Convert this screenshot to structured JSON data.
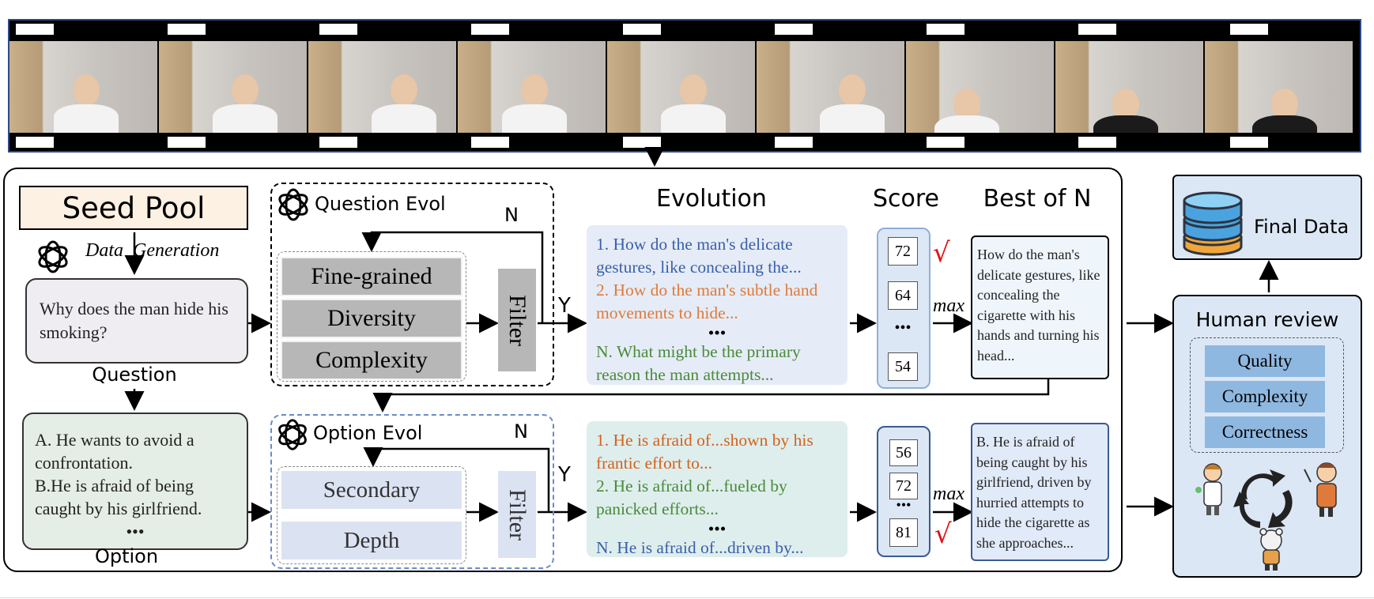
{
  "seed_pool": {
    "label": "Seed Pool",
    "data_generation": "Data  Generation"
  },
  "question_section": {
    "question_text": "Why does the man hide his smoking?",
    "question_label": "Question",
    "evol_title": "Question Evol",
    "n_label": "N",
    "y_label": "Y",
    "methods": [
      "Fine-grained",
      "Diversity",
      "Complexity"
    ],
    "filter": "Filter",
    "evolution": [
      "1. How do the man's delicate gestures, like concealing the...",
      "2. How do the man's subtle hand movements to  hide...",
      "•••",
      "N. What might be the primary reason the man attempts..."
    ],
    "scores": [
      "72",
      "64",
      "•••",
      "54"
    ],
    "check": "√",
    "max": "max",
    "best": "How do the man's delicate gestures, like concealing the cigarette with his hands and turning his head..."
  },
  "option_section": {
    "options": [
      "A. He wants to avoid a confrontation.",
      "B.He is afraid of being caught by his girlfriend.",
      "•••"
    ],
    "option_label": "Option",
    "evol_title": "Option Evol",
    "n_label": "N",
    "y_label": "Y",
    "methods": [
      "Secondary",
      "Depth"
    ],
    "filter": "Filter",
    "evolution": [
      "1. He is afraid of...shown by his frantic effort to...",
      "2. He is afraid of...fueled by panicked efforts...",
      "•••",
      "N. He is afraid of...driven by..."
    ],
    "scores": [
      "56",
      "72",
      "•••",
      "81"
    ],
    "check": "√",
    "max": "max",
    "best": "B. He is afraid of being caught by his girlfriend, driven by hurried attempts to hide the cigarette as she approaches..."
  },
  "headers": {
    "evolution": "Evolution",
    "score": "Score",
    "best_of_n": "Best of N"
  },
  "final": {
    "label": "Final Data"
  },
  "human_review": {
    "title": "Human review",
    "items": [
      "Quality",
      "Complexity",
      "Correctness"
    ]
  },
  "colors": {
    "accent_blue": "#3a5faa",
    "orange": "#e07a3a",
    "green": "#4a8a3a",
    "red_check": "#e01010",
    "panel_blue": "#dce7f5"
  }
}
